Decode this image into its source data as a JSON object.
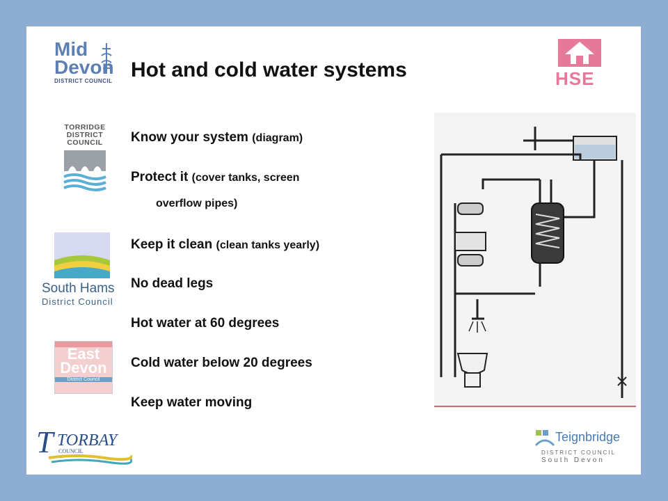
{
  "slide": {
    "title": "Hot and cold water systems",
    "bullets": [
      {
        "main": "Know your system",
        "note": "(diagram)"
      },
      {
        "main": "Protect it",
        "note": "(cover tanks, screen",
        "continuation": "overflow pipes)"
      },
      {
        "main": "Keep it clean",
        "note": "(clean tanks yearly)"
      },
      {
        "main": "No dead legs",
        "note": ""
      },
      {
        "main": "Hot water at 60 degrees",
        "note": ""
      },
      {
        "main": "Cold water below 20 degrees",
        "note": ""
      },
      {
        "main": "Keep water moving",
        "note": ""
      }
    ]
  },
  "logos": {
    "mid_devon": {
      "line1": "Mid",
      "line2": "Devon",
      "line3": "DISTRICT COUNCIL"
    },
    "torridge": {
      "line1": "TORRIDGE",
      "line2": "DISTRICT",
      "line3": "COUNCIL"
    },
    "south_hams": {
      "line1": "South Hams",
      "line2": "District Council"
    },
    "east_devon": {
      "line1": "East",
      "line2": "Devon",
      "line3": "District Council"
    },
    "torbay": {
      "line1": "TORBAY",
      "line2": "COUNCIL"
    },
    "hse": {
      "text": "HSE"
    },
    "teignbridge": {
      "line1": "Teignbridge",
      "line2": "DISTRICT COUNCIL",
      "line3": "South Devon"
    }
  },
  "colors": {
    "background": "#8eadd2",
    "slide": "#ffffff",
    "hse_pink": "#e6799a",
    "mid_devon_blue": "#5c7fb4"
  }
}
